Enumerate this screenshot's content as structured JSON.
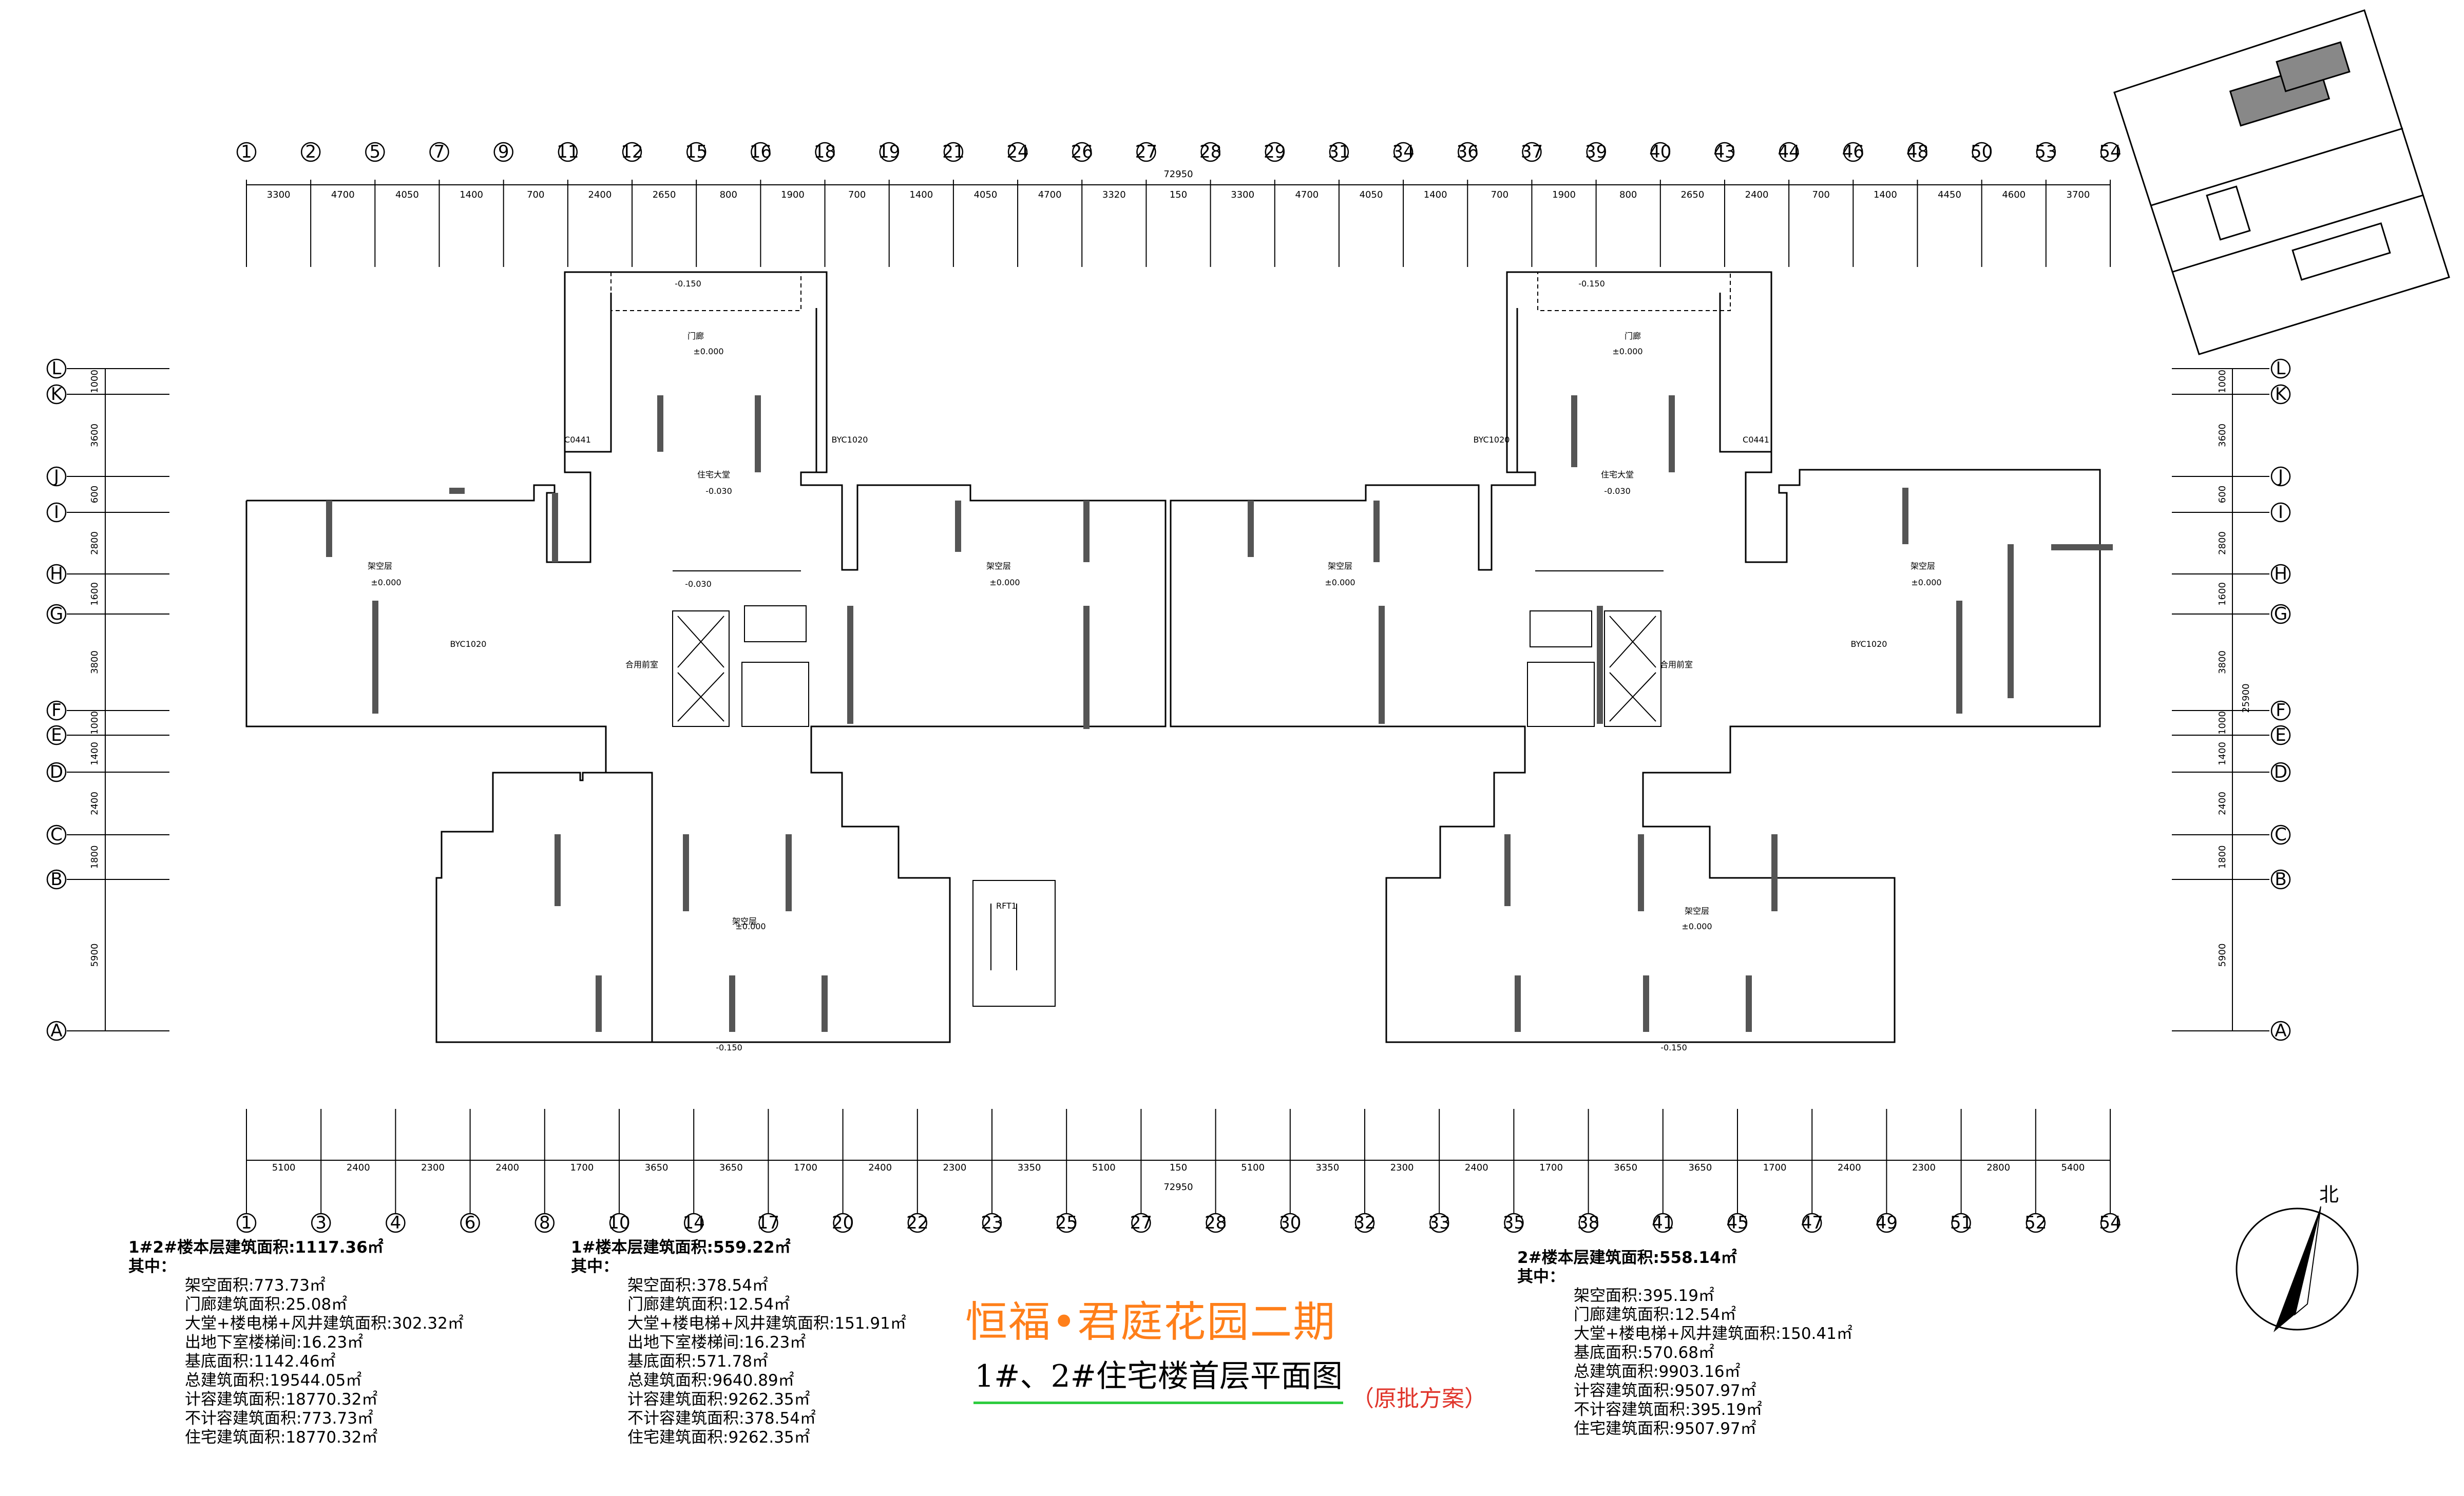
{
  "drawing": {
    "project_title": "恒福•君庭花园二期",
    "drawing_title": "1#、2#住宅楼首层平面图",
    "drawing_note": "（原批方案）",
    "north_label": "北"
  },
  "top_axes": [
    "1",
    "2",
    "5",
    "7",
    "9",
    "11",
    "12",
    "15",
    "16",
    "18",
    "19",
    "21",
    "24",
    "26",
    "27",
    "28",
    "29",
    "31",
    "34",
    "36",
    "37",
    "39",
    "40",
    "43",
    "44",
    "46",
    "48",
    "50",
    "53",
    "54"
  ],
  "top_dims": [
    "3300",
    "4700",
    "4050",
    "1400",
    "700",
    "2400",
    "2650",
    "800",
    "1900",
    "700",
    "1400",
    "4050",
    "4700",
    "3320",
    "150",
    "3300",
    "4700",
    "4050",
    "1400",
    "700",
    "1900",
    "800",
    "2650",
    "2400",
    "700",
    "1400",
    "4450",
    "4600",
    "3700"
  ],
  "top_total": "72950",
  "bottom_axes": [
    "1",
    "3",
    "4",
    "6",
    "8",
    "10",
    "14",
    "17",
    "20",
    "22",
    "23",
    "25",
    "27",
    "28",
    "30",
    "32",
    "33",
    "35",
    "38",
    "41",
    "45",
    "47",
    "49",
    "51",
    "52",
    "54"
  ],
  "bottom_dims": [
    "5100",
    "2400",
    "2300",
    "2400",
    "1700",
    "3650",
    "3650",
    "1700",
    "2400",
    "2300",
    "3350",
    "5100",
    "150",
    "5100",
    "3350",
    "2300",
    "2400",
    "1700",
    "3650",
    "3650",
    "1700",
    "2400",
    "2300",
    "2800",
    "5400"
  ],
  "bottom_total": "72950",
  "row_axes": [
    "L",
    "K",
    "J",
    "I",
    "H",
    "G",
    "F",
    "E",
    "D",
    "C",
    "B",
    "A"
  ],
  "row_dims": [
    "1000",
    "3600",
    "600",
    "2800",
    "1600",
    "3800",
    "1000",
    "1400",
    "2400",
    "1800",
    "5900"
  ],
  "row_total": "25900",
  "rooms": {
    "porch_left": "门廊",
    "porch_right": "门廊",
    "porch_level": "±0.000",
    "lobby": "住宅大堂",
    "lobby_level": "-0.030",
    "overhead": "架空层",
    "overhead_level": "±0.000",
    "corridor_level": "-0.030",
    "room_small": "合用前室",
    "outdoor_level": "-0.150",
    "window_code": "BYC1020",
    "door_code": "C0441",
    "stair": "RFT1"
  },
  "area_1_2": {
    "title": "1#2#楼本层建筑面积:1117.36㎡",
    "label": "其中：",
    "items": [
      "架空面积:773.73㎡",
      "门廊建筑面积:25.08㎡",
      "大堂+楼电梯+风井建筑面积:302.32㎡",
      "出地下室楼梯间:16.23㎡",
      "基底面积:1142.46㎡",
      "总建筑面积:19544.05㎡",
      "计容建筑面积:18770.32㎡",
      "不计容建筑面积:773.73㎡",
      "住宅建筑面积:18770.32㎡"
    ]
  },
  "area_1": {
    "title": "1#楼本层建筑面积:559.22㎡",
    "label": "其中：",
    "items": [
      "架空面积:378.54㎡",
      "门廊建筑面积:12.54㎡",
      "大堂+楼电梯+风井建筑面积:151.91㎡",
      "出地下室楼梯间:16.23㎡",
      "基底面积:571.78㎡",
      "总建筑面积:9640.89㎡",
      "计容建筑面积:9262.35㎡",
      "不计容建筑面积:378.54㎡",
      "住宅建筑面积:9262.35㎡"
    ]
  },
  "area_2": {
    "title": "2#楼本层建筑面积:558.14㎡",
    "label": "其中：",
    "items": [
      "架空面积:395.19㎡",
      "门廊建筑面积:12.54㎡",
      "大堂+楼电梯+风井建筑面积:150.41㎡",
      "基底面积:570.68㎡",
      "总建筑面积:9903.16㎡",
      "计容建筑面积:9507.97㎡",
      "不计容建筑面积:395.19㎡",
      "住宅建筑面积:9507.97㎡"
    ]
  }
}
